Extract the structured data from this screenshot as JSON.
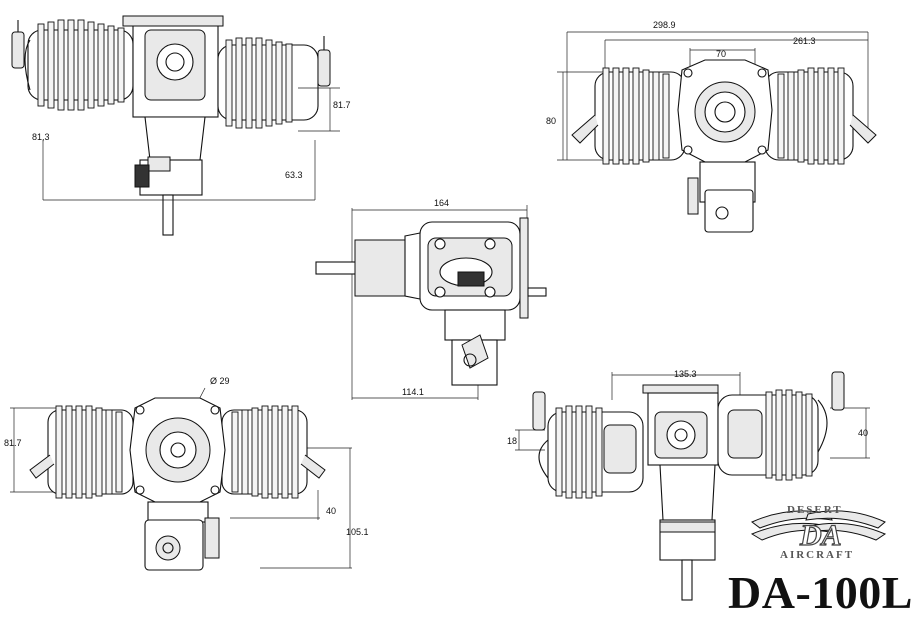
{
  "model": "DA-100L",
  "logo": {
    "top_word": "DESERT",
    "bottom_word": "AIRCRAFT",
    "monogram": "DA"
  },
  "views": {
    "top_left": {
      "dims": [
        "81,3",
        "81.7",
        "63.3"
      ]
    },
    "top_right": {
      "dims": [
        "298.9",
        "261.3",
        "70",
        "80"
      ]
    },
    "center": {
      "dims": [
        "164",
        "114.1"
      ]
    },
    "bottom_left": {
      "dims": [
        "Ø 29",
        "81.7",
        "40",
        "105.1"
      ]
    },
    "bottom_right": {
      "dims": [
        "135.3",
        "18",
        "40"
      ]
    }
  },
  "colors": {
    "line": "#111111",
    "background": "#ffffff"
  }
}
